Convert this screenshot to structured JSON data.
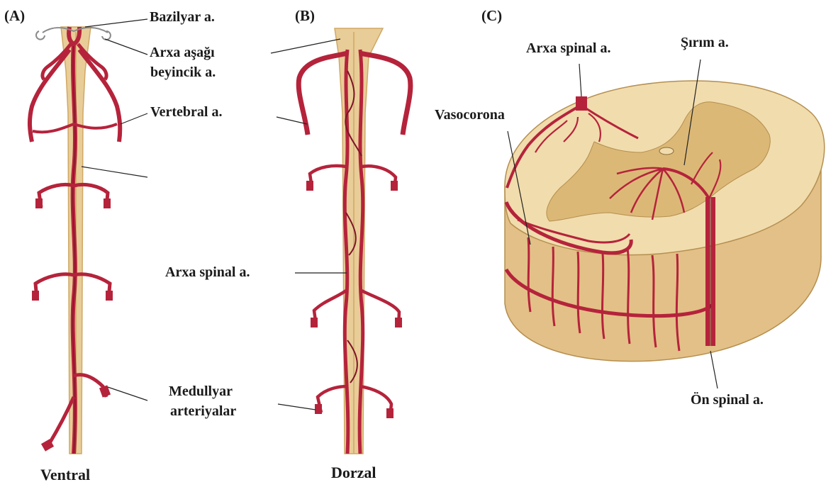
{
  "panels": {
    "a": "(A)",
    "b": "(B)",
    "c": "(C)"
  },
  "captions": {
    "ventral": "Ventral",
    "dorsal": "Dorzal"
  },
  "labels": {
    "basilar": "Bazilyar a.",
    "pica_line1": "Arxa aşağı",
    "pica_line2": "beyincik a.",
    "vertebral": "Vertebral a.",
    "posterior_spinal_b": "Arxa spinal a.",
    "medullary_line1": "Medullyar",
    "medullary_line2": "arteriyalar",
    "posterior_spinal_c": "Arxa spinal a.",
    "sulcal": "Şırım a.",
    "vasocorona": "Vasocorona",
    "anterior_spinal": "Ön spinal a."
  },
  "colors": {
    "artery": "#b5233b",
    "artery_dark": "#7d1427",
    "cord": "#e9cd98",
    "cord_dark": "#cfa865",
    "grey_matter": "#dcb877",
    "line": "#222222"
  }
}
